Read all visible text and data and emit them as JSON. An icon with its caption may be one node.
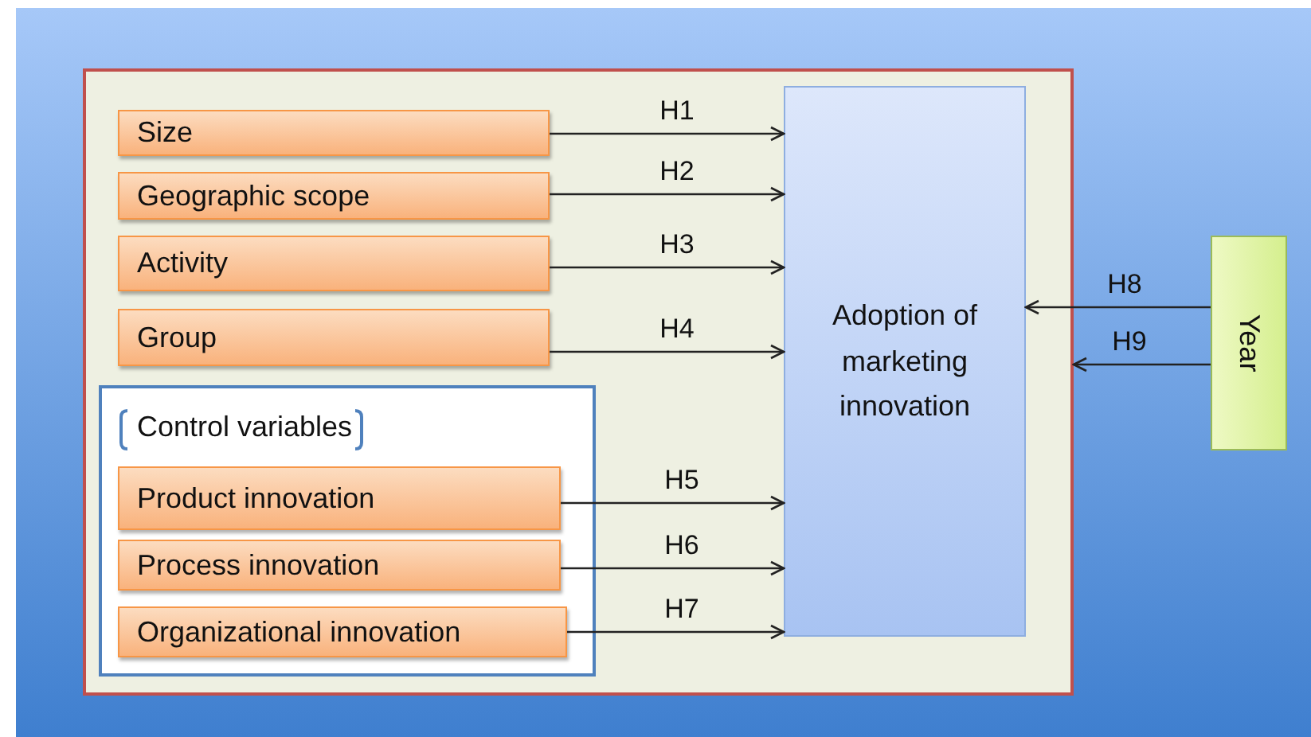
{
  "diagram": {
    "nodes": [
      {
        "text": [],
        "shape": "box"
      },
      {
        "text": [
          "Size"
        ],
        "in": 0
      },
      {
        "text": [
          "Geographic scope"
        ],
        "in": 0
      },
      {
        "text": [
          "Activity"
        ],
        "in": 0
      },
      {
        "text": [
          "Group"
        ],
        "in": 0
      },
      {
        "text": [
          "Control variables"
        ],
        "in": 0
      },
      {
        "text": [
          "Product innovation"
        ],
        "in": 5
      },
      {
        "text": [
          "Process innovation"
        ],
        "in": 5
      },
      {
        "text": [
          "Organizational innovation"
        ],
        "in": 5
      },
      {
        "text": [
          "Adoption of marketing innovation"
        ],
        "in": 0
      },
      {
        "text": [
          "Year"
        ]
      }
    ],
    "edges": [
      {
        "from": 1,
        "to": 9,
        "arrow": "to",
        "label": "H1"
      },
      {
        "from": 2,
        "to": 9,
        "arrow": "to",
        "label": "H2"
      },
      {
        "from": 3,
        "to": 9,
        "arrow": "to",
        "label": "H3"
      },
      {
        "from": 4,
        "to": 9,
        "arrow": "to",
        "label": "H4"
      },
      {
        "from": 6,
        "to": 9,
        "arrow": "to",
        "label": "H5"
      },
      {
        "from": 7,
        "to": 9,
        "arrow": "to",
        "label": "H6"
      },
      {
        "from": 8,
        "to": 9,
        "arrow": "to",
        "label": "H7"
      },
      {
        "from": 10,
        "to": 9,
        "arrow": "to",
        "label": "H8"
      },
      {
        "from": 10,
        "to": 0,
        "arrow": "to",
        "label": "H9"
      }
    ]
  }
}
